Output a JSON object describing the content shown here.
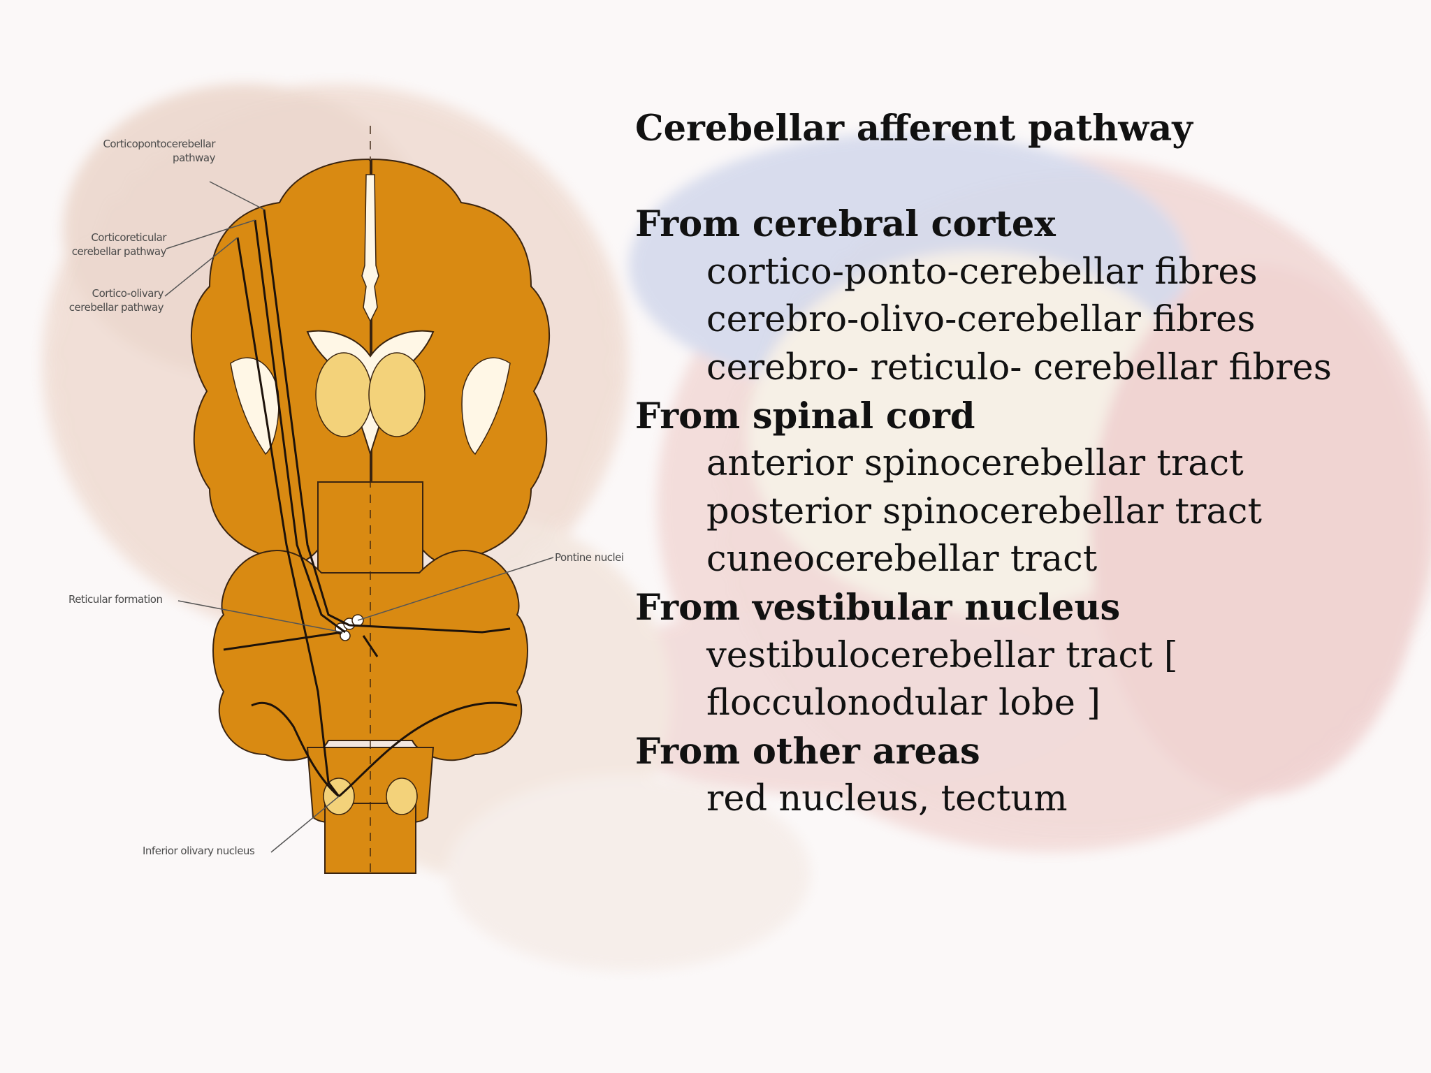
{
  "slide": {
    "background_color": "#fbf8f8",
    "diagram": {
      "colors": {
        "brainstem": "#d98a12",
        "outline": "#3a2410",
        "nucleus": "#f3d27a",
        "ventricle": "#fff7e6"
      },
      "labels": {
        "corticopontocerebellar": "Corticopontocerebellar pathway",
        "corticoreticular": "Corticoreticular cerebellar pathway",
        "corticoolivary": "Cortico-olivary cerebellar pathway",
        "reticular_formation": "Reticular formation",
        "pontine_nuclei": "Pontine nuclei",
        "inferior_olivary": "Inferior olivary nucleus"
      }
    },
    "text": {
      "title": "Cerebellar afferent pathway",
      "sections": [
        {
          "heading": "From cerebral cortex",
          "items": [
            "cortico-ponto-cerebellar fibres",
            "cerebro-olivo-cerebellar fibres",
            "cerebro- reticulo- cerebellar fibres"
          ]
        },
        {
          "heading": "From spinal cord",
          "items": [
            "anterior spinocerebellar tract",
            "posterior spinocerebellar tract",
            "cuneocerebellar tract"
          ]
        },
        {
          "heading": "From vestibular nucleus",
          "items": [
            "vestibulocerebellar tract  [",
            "flocculonodular lobe ]"
          ]
        },
        {
          "heading": "From other areas",
          "items": [
            "red nucleus, tectum"
          ]
        }
      ]
    }
  }
}
